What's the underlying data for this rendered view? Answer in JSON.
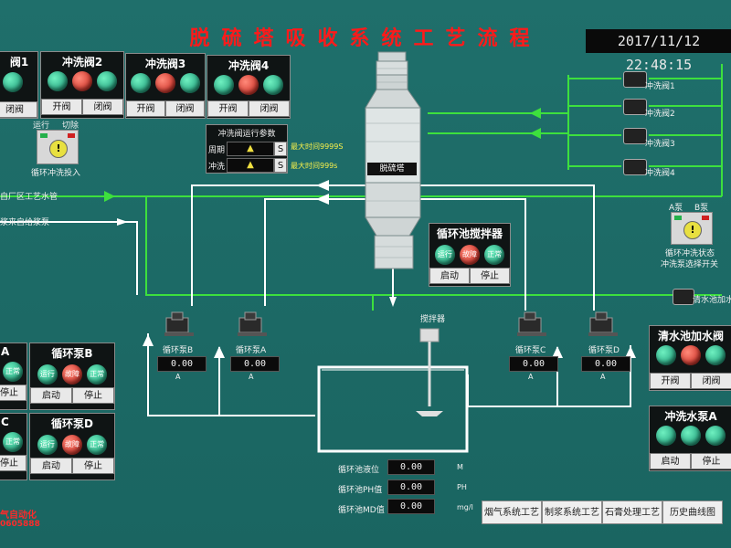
{
  "header": {
    "title": "脱硫塔吸收系统工艺流程",
    "datetime": "2017/11/12 22:48:15"
  },
  "valves": [
    {
      "title": "阀1"
    },
    {
      "title": "冲洗阀2",
      "open": "开阀",
      "close": "闭阀"
    },
    {
      "title": "冲洗阀3",
      "open": "开阀",
      "close": "闭阀"
    },
    {
      "title": "冲洗阀4",
      "open": "开阀",
      "close": "闭阀"
    }
  ],
  "mode_switch": {
    "run": "运行",
    "cut": "切除",
    "label": "循环冲洗投入"
  },
  "params": {
    "title": "冲洗阀运行参数",
    "rows": [
      {
        "label": "周期",
        "unit": "S",
        "note": "最大时间9999S"
      },
      {
        "label": "冲洗",
        "unit": "S",
        "note": "最大时间999s"
      }
    ]
  },
  "tower": {
    "label": "脱硫塔"
  },
  "pipes": {
    "plant_water": "自厂区工艺水管",
    "slurry_feed": "浆来自给浆泵"
  },
  "agitator_panel": {
    "title": "循环池搅拌器",
    "lamps": [
      "运行",
      "故障",
      "正常"
    ],
    "start": "启动",
    "stop": "停止"
  },
  "agitator_label": "搅拌器",
  "pumps": [
    {
      "label": "循环泵B",
      "value": "0.00",
      "unit": "A"
    },
    {
      "label": "循环泵A",
      "value": "0.00",
      "unit": "A"
    },
    {
      "label": "循环泵C",
      "value": "0.00",
      "unit": "A"
    },
    {
      "label": "循环泵D",
      "value": "0.00",
      "unit": "A"
    }
  ],
  "pool_readings": [
    {
      "label": "循环池液位",
      "value": "0.00",
      "unit": "M"
    },
    {
      "label": "循环池PH值",
      "value": "0.00",
      "unit": "PH"
    },
    {
      "label": "循环池MD值",
      "value": "0.00",
      "unit": "mg/l"
    }
  ],
  "right_valves": [
    "冲洗阀1",
    "冲洗阀2",
    "冲洗阀3",
    "冲洗阀4"
  ],
  "pump_selector": {
    "a": "A泵",
    "b": "B泵",
    "status": "循环冲洗状态",
    "switch": "冲洗泵选择开关"
  },
  "clear_water": {
    "label": "清水池加水",
    "panel_title": "清水池加水阀",
    "open": "开阀",
    "close": "闭阀"
  },
  "flush_pump_a": {
    "title": "冲洗水泵A",
    "start": "启动",
    "stop": "停止"
  },
  "left_panels": [
    {
      "title": "A",
      "stop": "停止"
    },
    {
      "title": "循环泵B",
      "start": "启动",
      "stop": "停止"
    },
    {
      "title": "C",
      "stop": "停止"
    },
    {
      "title": "循环泵D",
      "start": "启动",
      "stop": "停止"
    }
  ],
  "lamp_text": {
    "run": "运行",
    "fault": "故障",
    "normal": "正常"
  },
  "branding": {
    "line1": "气自动化",
    "line2": "0605888"
  },
  "nav_tabs": [
    "烟气系统工艺",
    "制浆系统工艺",
    "石膏处理工艺",
    "历史曲线图"
  ],
  "colors": {
    "bg": "#1b6a66",
    "pipe_green": "#3de03d",
    "pipe_white": "#ffffff",
    "title_red": "#ff1a1a"
  }
}
